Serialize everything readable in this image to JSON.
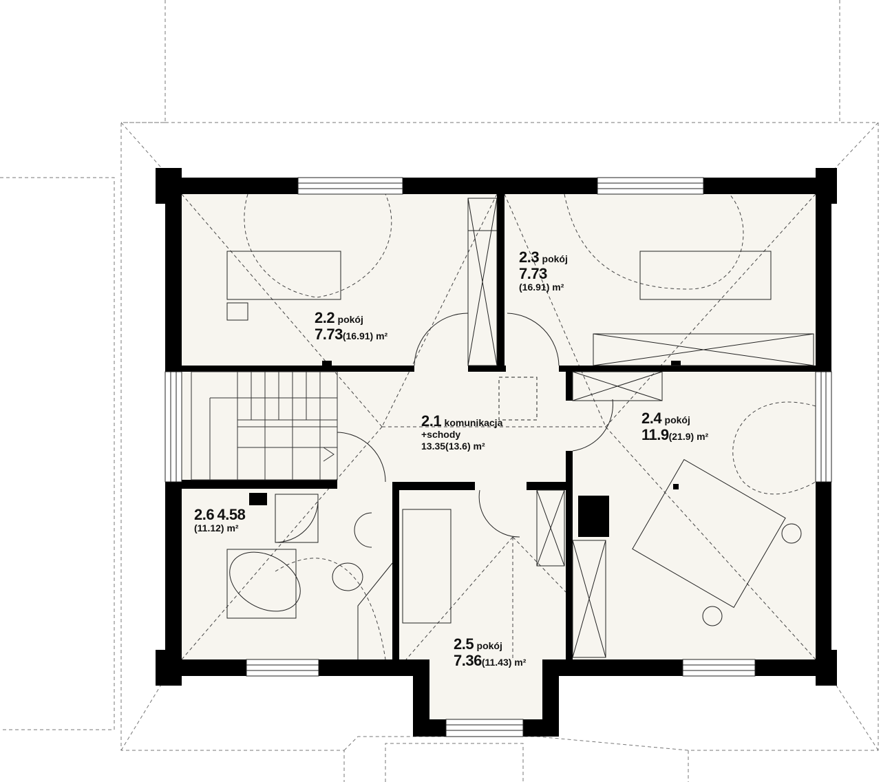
{
  "rooms": [
    {
      "id": "2.1",
      "name": "komunikacja",
      "name2": "+schody",
      "area": "13.35(13.6) m²"
    },
    {
      "id": "2.2",
      "name": "pokój",
      "area": "7.73",
      "area_total": "(16.91) m²"
    },
    {
      "id": "2.3",
      "name": "pokój",
      "area": "7.73",
      "area_total": "(16.91) m²"
    },
    {
      "id": "2.4",
      "name": "pokój",
      "area": "11.9",
      "area_total": "(21.9) m²"
    },
    {
      "id": "2.5",
      "name": "pokój",
      "area": "7.36",
      "area_total": "(11.43) m²"
    },
    {
      "id": "2.6",
      "area": "4.58",
      "area_total": "(11.12) m²"
    }
  ],
  "colors": {
    "wall": "#000000",
    "floor": "#f7f5ef",
    "line": "#333333"
  }
}
